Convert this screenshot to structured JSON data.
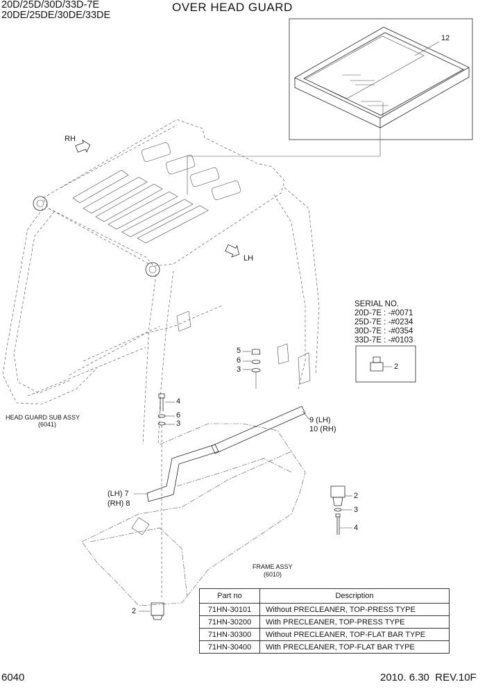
{
  "header": {
    "models_line1": "20D/25D/30D/33D-7E",
    "models_line2": "20DE/25DE/30DE/33DE",
    "title": "OVER HEAD GUARD"
  },
  "labels": {
    "rh": "RH",
    "lh": "LH",
    "head_guard_sub_assy": "HEAD GUARD SUB ASSY",
    "head_guard_code": "(6041)",
    "frame_assy": "FRAME ASSY",
    "frame_code": "(6010)"
  },
  "callouts": {
    "c12": "12",
    "c5": "5",
    "c6a": "6",
    "c3a": "3",
    "c4a": "4",
    "c6b": "6",
    "c3b": "3",
    "c9": "9 (LH)",
    "c10": "10 (RH)",
    "c7": "(LH) 7",
    "c8": "(RH) 8",
    "c2_serial": "2",
    "c2_right": "2",
    "c3_right": "3",
    "c4_right": "4",
    "c2_bottom": "2"
  },
  "serial": {
    "heading": "SERIAL NO.",
    "rows": [
      "20D-7E : -#0071",
      "25D-7E : -#0234",
      "30D-7E : -#0354",
      "33D-7E : -#0103"
    ]
  },
  "parts_table": {
    "headers": [
      "Part no",
      "Description"
    ],
    "rows": [
      {
        "part_no": "71HN-30101",
        "description": "Without PRECLEANER, TOP-PRESS TYPE"
      },
      {
        "part_no": "71HN-30200",
        "description": "With PRECLEANER, TOP-PRESS TYPE"
      },
      {
        "part_no": "71HN-30300",
        "description": "Without PRECLEANER, TOP-FLAT BAR TYPE"
      },
      {
        "part_no": "71HN-30400",
        "description": "With PRECLEANER, TOP-FLAT BAR TYPE"
      }
    ]
  },
  "footer": {
    "page_no": "6040",
    "date_rev": "2010. 6.30  REV.10F"
  }
}
